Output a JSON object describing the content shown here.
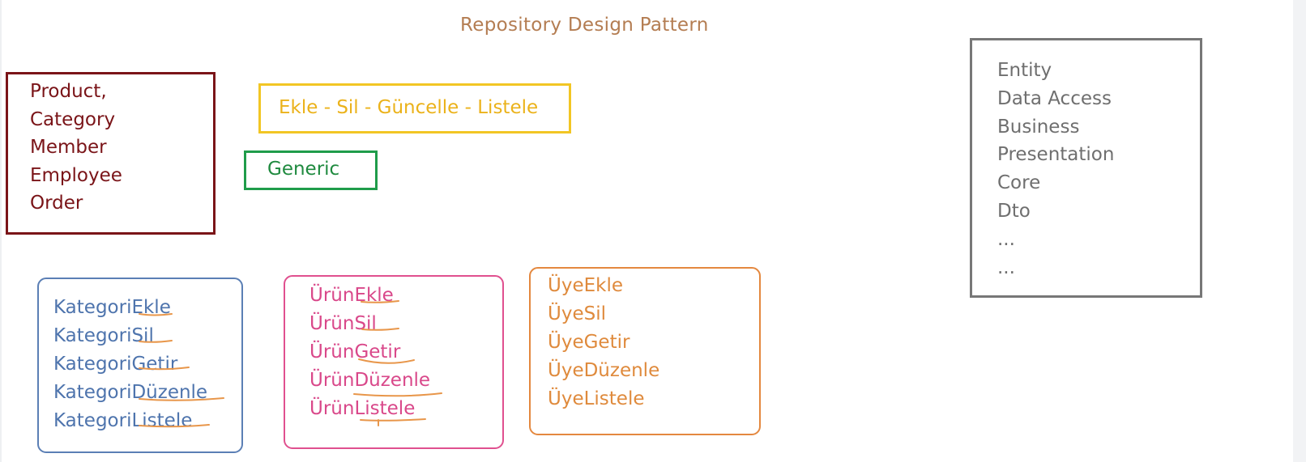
{
  "title": "Repository Design Pattern",
  "entities": [
    "Product,",
    "Category",
    "Member",
    "Employee",
    "Order"
  ],
  "crud": "Ekle - Sil - Güncelle - Listele",
  "generic": "Generic",
  "layers": [
    "Entity",
    "Data Access",
    "Business",
    "Presentation",
    "Core",
    "Dto",
    "...",
    "..."
  ],
  "kategori": [
    "KategoriEkle",
    "KategoriSil",
    "KategoriGetir",
    "KategoriDüzenle",
    "KategoriListele"
  ],
  "urun": [
    "ÜrünEkle",
    "ÜrünSil",
    "ÜrünGetir",
    "ÜrünDüzenle",
    "ÜrünListele"
  ],
  "uye": [
    "ÜyeEkle",
    "ÜyeSil",
    "ÜyeGetir",
    "ÜyeDüzenle",
    "ÜyeListele"
  ],
  "colors": {
    "title": "#b47d52",
    "entities": "#7a1418",
    "crud": "#f2c624",
    "generic": "#1f9c4a",
    "layers": "#777777",
    "kategori": "#5b7fb5",
    "urun": "#e0508f",
    "uye": "#e4883f",
    "annotation": "#e8964a"
  }
}
